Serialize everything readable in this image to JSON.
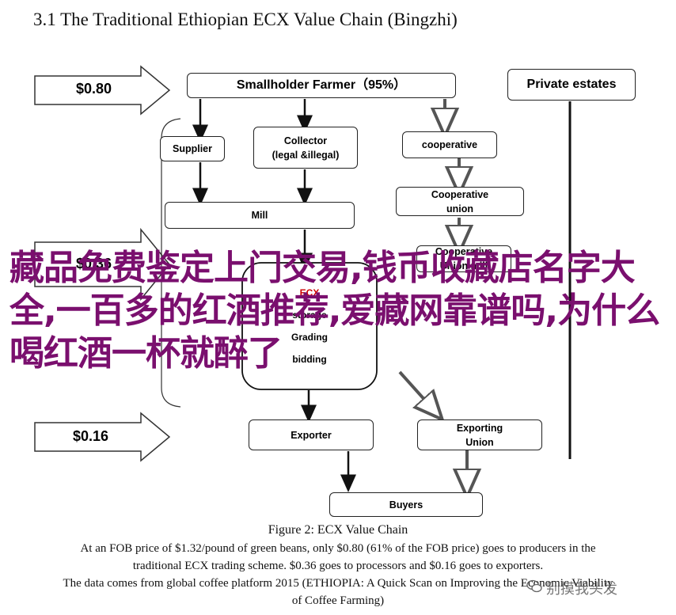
{
  "section_title": "3.1 The Traditional Ethiopian ECX Value Chain (Bingzhi)",
  "prices": {
    "price_1": "$0.80",
    "price_2": "$0.36",
    "price_3": "$0.16"
  },
  "nodes": {
    "smallholder": "Smallholder Farmer（95%）",
    "private_estates": "Private estates",
    "supplier": "Supplier",
    "collector_line1": "Collector",
    "collector_line2": "(legal &illegal)",
    "cooperative": "cooperative",
    "coop_union_line1": "Cooperative",
    "coop_union_line2": "union",
    "mill": "Mill",
    "coop_union2_line1": "Cooperative",
    "coop_union2_line2": "Union mill",
    "ecx": "ECX",
    "storage": "storage",
    "grading": "Grading",
    "bidding": "bidding",
    "exporter": "Exporter",
    "exporting_union_line1": "Exporting",
    "exporting_union_line2": "Union",
    "buyers": "Buyers"
  },
  "overlay_text": "藏品免费鉴定上门交易,钱币收藏店名字大全,一百多的红酒推荐,爱藏网靠谱吗,为什么喝红酒一杯就醉了",
  "figure_title": "Figure 2: ECX Value Chain",
  "caption_lines": [
    "At an FOB price of $1.32/pound of green beans, only $0.80 (61% of the FOB price) goes to producers in the",
    "traditional ECX trading scheme. $0.36 goes to processors and $0.16 goes to exporters.",
    "The data comes from global coffee platform 2015 (ETHIOPIA: A Quick Scan on Improving the Economic Viability",
    "of Coffee Farming)"
  ],
  "watermark": "别摸我头发",
  "colors": {
    "overlay_text": "#7a0f6e",
    "box_border": "#222222",
    "gray_arrow": "#888888"
  },
  "icons": {
    "price_arrow": "pentagon-arrow-icon",
    "watermark_logo": "wechat-icon"
  }
}
